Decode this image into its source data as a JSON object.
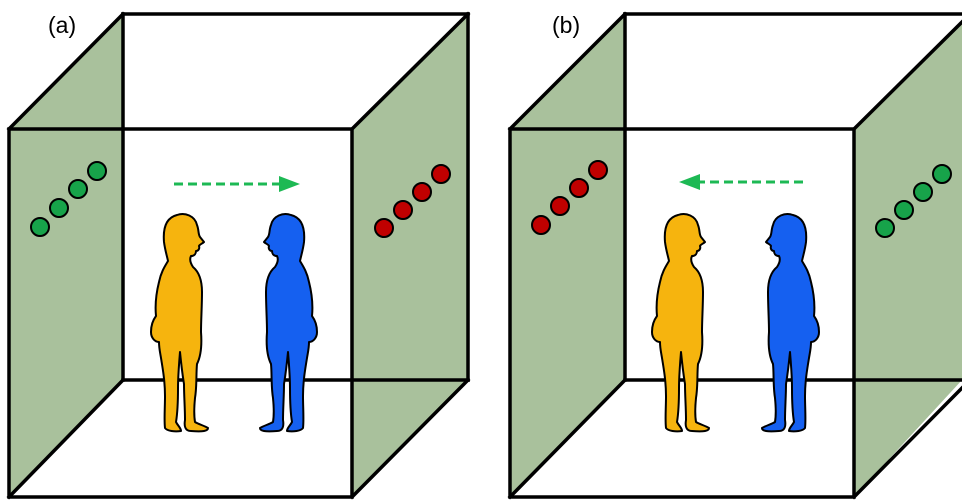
{
  "panels": [
    {
      "label": "(a)",
      "left_wall_dots": "green",
      "right_wall_dots": "red",
      "arrow_direction": "right",
      "figures": [
        "yellow-person-facing-right",
        "blue-person-facing-left"
      ]
    },
    {
      "label": "(b)",
      "left_wall_dots": "red",
      "right_wall_dots": "green",
      "arrow_direction": "left",
      "figures": [
        "yellow-person-facing-right",
        "blue-person-facing-left"
      ]
    }
  ],
  "colors": {
    "wall": "#a9c19c",
    "dot_green": "#17a34a",
    "dot_red": "#c00000",
    "arrow": "#1db954",
    "person_yellow": "#f6b40e",
    "person_blue": "#1560f0",
    "edge": "#000000"
  }
}
